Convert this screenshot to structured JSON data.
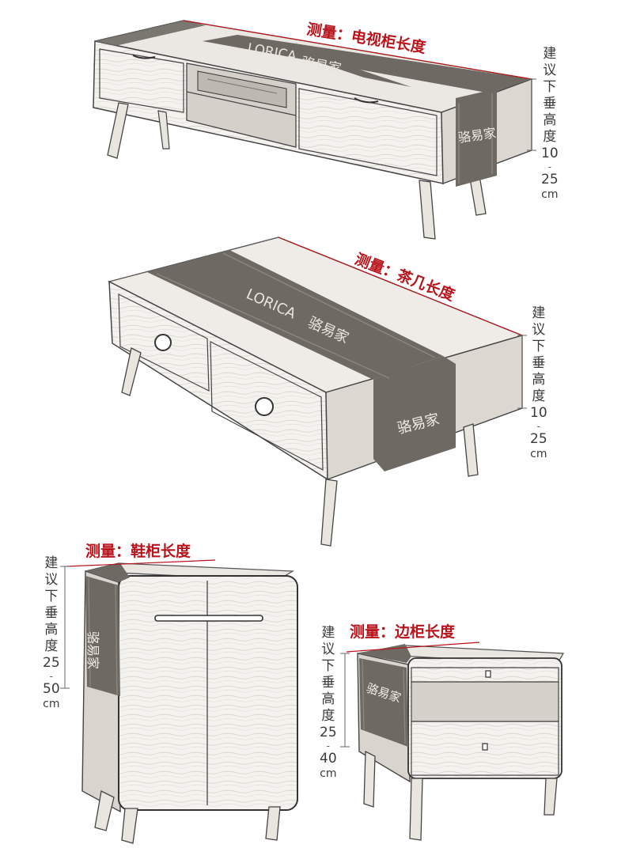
{
  "brand": {
    "logo_text": "LORICA",
    "chinese_name": "骆易家",
    "runner_color": "#6e6a63",
    "measure_color": "#b8141c"
  },
  "sections": [
    {
      "id": "tv-cabinet",
      "measure_label": "测量：电视柜长度",
      "drop_label": [
        "建",
        "议",
        "下",
        "垂",
        "高",
        "度"
      ],
      "range_min": "10",
      "range_max": "25",
      "unit": "cm"
    },
    {
      "id": "coffee-table",
      "measure_label": "测量：茶几长度",
      "drop_label": [
        "建",
        "议",
        "下",
        "垂",
        "高",
        "度"
      ],
      "range_min": "10",
      "range_max": "25",
      "unit": "cm"
    },
    {
      "id": "shoe-cabinet",
      "measure_label": "测量：鞋柜长度",
      "drop_label": [
        "建",
        "议",
        "下",
        "垂",
        "高",
        "度"
      ],
      "range_min": "25",
      "range_max": "50",
      "unit": "cm"
    },
    {
      "id": "side-cabinet",
      "measure_label": "测量：边柜长度",
      "drop_label": [
        "建",
        "议",
        "下",
        "垂",
        "高",
        "度"
      ],
      "range_min": "25",
      "range_max": "40",
      "unit": "cm"
    }
  ]
}
